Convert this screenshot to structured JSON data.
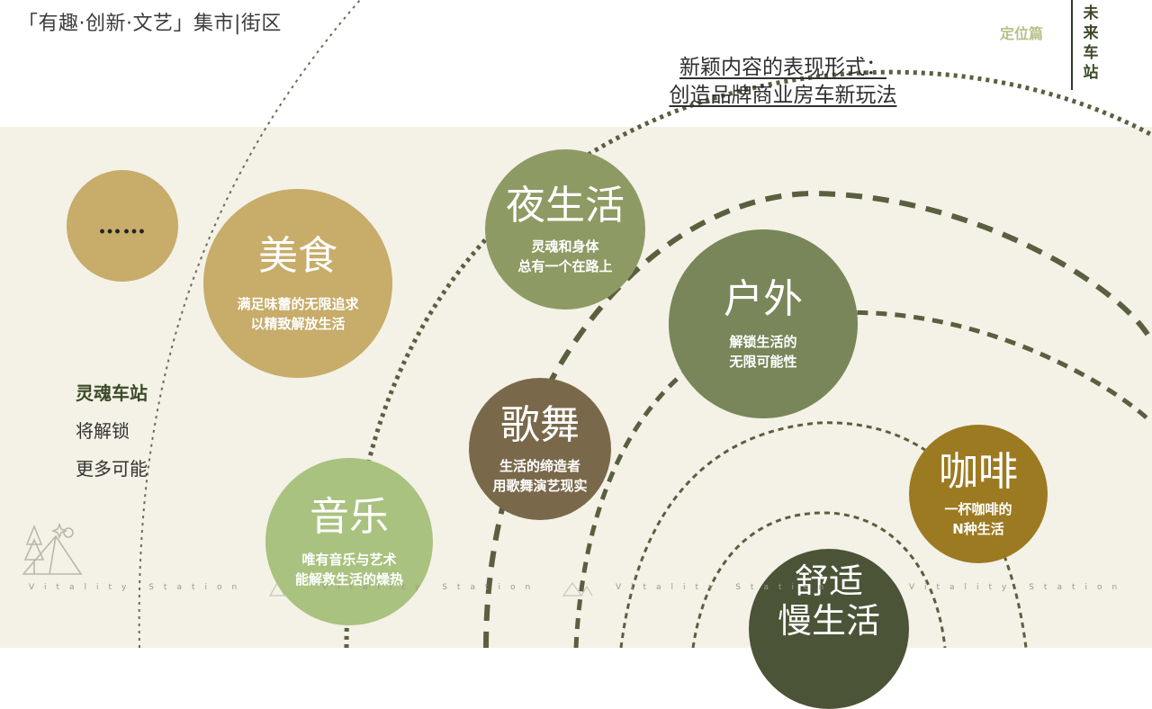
{
  "header": {
    "title": "「有趣·创新·文艺」集市|街区",
    "section_tag": "定位篇",
    "vertical_title": "未来车站"
  },
  "headline": {
    "line1": "新颖内容的表现形式：",
    "line2": "创造品牌商业房车新玩法"
  },
  "bubbles": {
    "more": {
      "title": "……"
    },
    "food": {
      "title": "美食",
      "sub1": "满足味蕾的无限追求",
      "sub2": "以精致解放生活"
    },
    "night": {
      "title": "夜生活",
      "sub1": "灵魂和身体",
      "sub2": "总有一个在路上"
    },
    "outdoor": {
      "title": "户外",
      "sub1": "解锁生活的",
      "sub2": "无限可能性"
    },
    "dance": {
      "title": "歌舞",
      "sub1": "生活的缔造者",
      "sub2": "用歌舞演艺现实"
    },
    "music": {
      "title": "音乐",
      "sub1": "唯有音乐与艺术",
      "sub2": "能解救生活的燥热"
    },
    "coffee": {
      "title": "咖啡",
      "sub1": "一杯咖啡的",
      "sub2": "N种生活"
    },
    "slow": {
      "line1": "舒适",
      "line2": "慢生活"
    }
  },
  "side": {
    "line1": "灵魂车站",
    "line2": "将解锁",
    "line3": "更多可能"
  },
  "footer": {
    "watermark": "Vitality Station"
  },
  "colors": {
    "band": "#f4f1e6",
    "gold": "#c7ac6a",
    "sage": "#8e9a63",
    "olive": "#78865a",
    "brown": "#79694a",
    "light_green": "#a9c27f",
    "mustard": "#9c7a22",
    "dark_olive": "#4c5437",
    "arc": "#5a5f3f"
  },
  "icons": {
    "camp": "tent-tree-icon"
  }
}
